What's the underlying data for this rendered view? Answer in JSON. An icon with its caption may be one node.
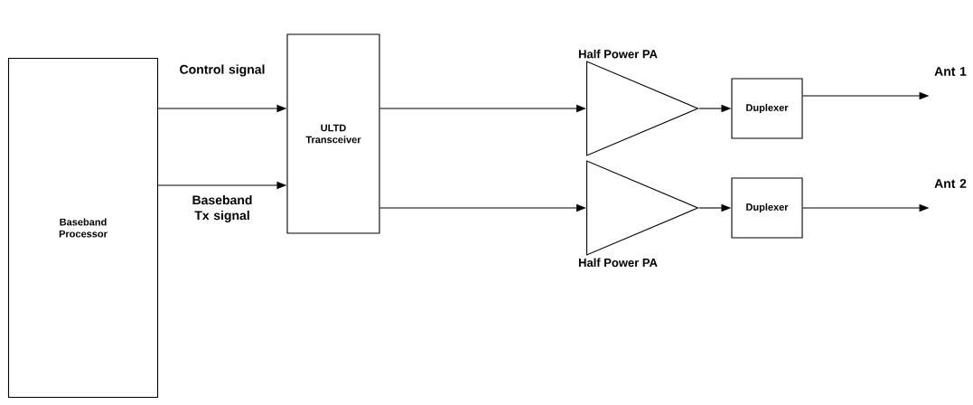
{
  "diagram": {
    "nodes": [
      {
        "text": [
          "Baseband Processor"
        ]
      },
      {
        "text": [
          "ULTD Transceiver"
        ]
      },
      {
        "text": [
          "Half Power PA"
        ]
      },
      {
        "text": [
          "Half Power PA"
        ]
      },
      {
        "text": [
          "Duplexer"
        ]
      },
      {
        "text": [
          "Duplexer"
        ]
      }
    ],
    "edges": [
      {
        "from": 0,
        "to": 1,
        "arrow": "to",
        "label": "Control signal"
      },
      {
        "from": 0,
        "to": 1,
        "arrow": "to",
        "label": "Baseband Tx signal"
      },
      {
        "from": 1,
        "to": 2,
        "arrow": "to"
      },
      {
        "from": 1,
        "to": 3,
        "arrow": "to"
      },
      {
        "from": 2,
        "to": 4,
        "arrow": "to"
      },
      {
        "from": 3,
        "to": 5,
        "arrow": "to"
      },
      {
        "from": 4,
        "to": null,
        "arrow": "to",
        "label": "Ant 1"
      },
      {
        "from": 5,
        "to": null,
        "arrow": "to",
        "label": "Ant 2"
      }
    ]
  }
}
